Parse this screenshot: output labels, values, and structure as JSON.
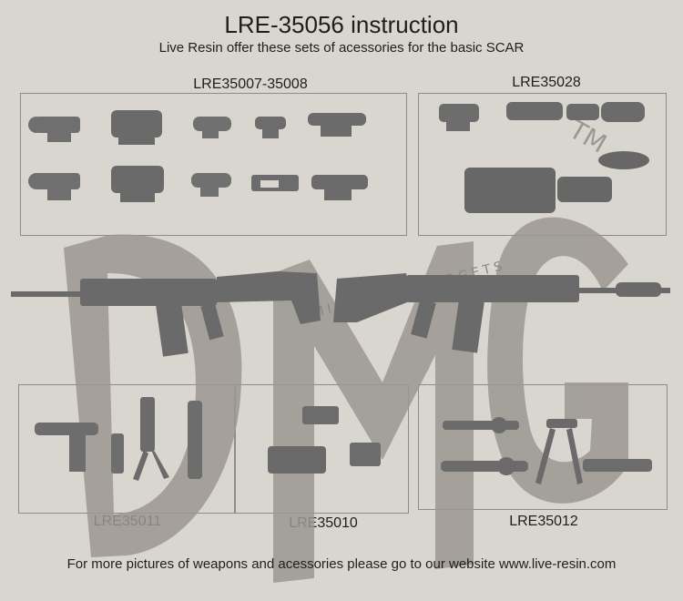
{
  "header": {
    "title": "LRE-35056 instruction",
    "subtitle": "Live Resin offer these sets of acessories for the basic SCAR"
  },
  "groups": {
    "optics_a": {
      "label": "LRE35007-35008"
    },
    "optics_b": {
      "label": "LRE35028"
    },
    "grips": {
      "label": "LRE35011"
    },
    "lasers": {
      "label": "LRE35010"
    },
    "bipods": {
      "label": "LRE35012"
    }
  },
  "watermark": {
    "logo": "DMG",
    "ring_text": "MINIATURE GADGETS",
    "trademark": "TM"
  },
  "footer": {
    "text": "For more pictures of weapons and acessories please go to our website www.live-resin.com"
  },
  "colors": {
    "background": "#d9d6cf",
    "model_grey": "#6e6e6e",
    "watermark": "#9b9891"
  }
}
